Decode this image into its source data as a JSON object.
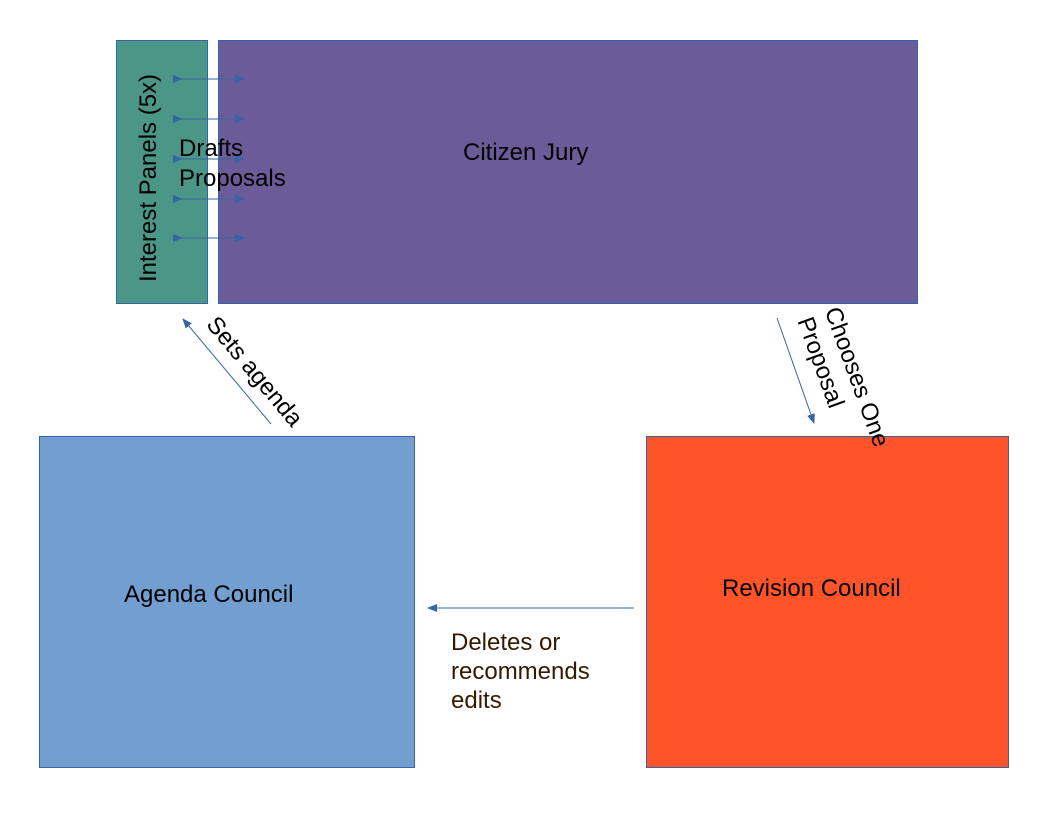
{
  "nodes": {
    "interest_panels": {
      "label": "Interest Panels (5x)",
      "color": "#4c9688"
    },
    "citizen_jury": {
      "label": "Citizen Jury",
      "color": "#6b5b98"
    },
    "agenda_council": {
      "label": "Agenda Council",
      "color": "#729fcf"
    },
    "revision_council": {
      "label": "Revision Council",
      "color": "#ff5429"
    }
  },
  "edges": {
    "drafts_proposals": {
      "line1": "Drafts",
      "line2": "Proposals"
    },
    "sets_agenda": {
      "label": "Sets agenda"
    },
    "chooses_one_proposal": {
      "line1": "Chooses One",
      "line2": "Proposal"
    },
    "deletes_or_recommends": {
      "line1": "Deletes or",
      "line2": "recommends",
      "line3": "edits"
    }
  },
  "colors": {
    "connector": "#3465a4",
    "edge_text": "#331a00"
  }
}
